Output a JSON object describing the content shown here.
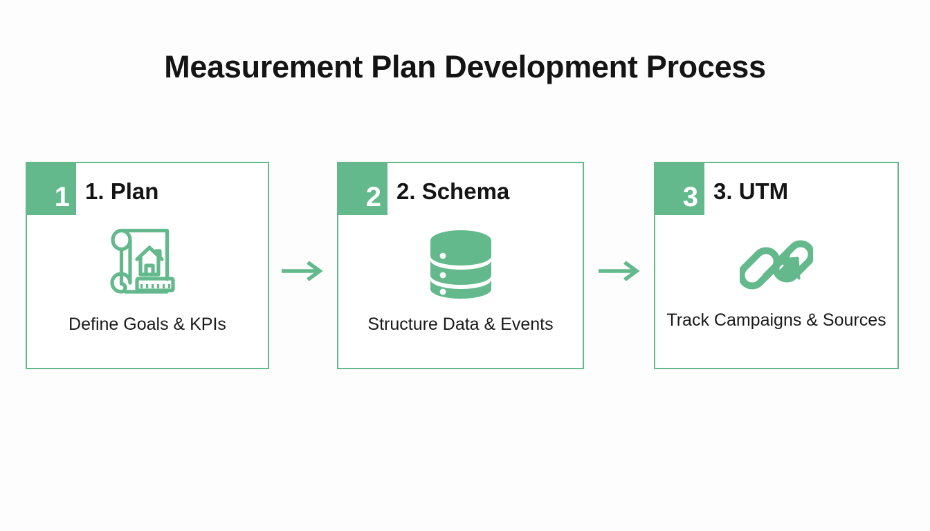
{
  "page": {
    "title": "Measurement Plan Development Process",
    "background_color": "#fdfdfd",
    "accent_color": "#63b98c",
    "text_color": "#141414"
  },
  "flow": {
    "connector_icon": "arrow-right-icon",
    "steps": [
      {
        "number": "1",
        "title": "1. Plan",
        "caption": "Define Goals & KPIs",
        "icon": "blueprint-house-ruler-icon"
      },
      {
        "number": "2",
        "title": "2. Schema",
        "caption": "Structure Data & Events",
        "icon": "database-stack-icon"
      },
      {
        "number": "3",
        "title": "3. UTM",
        "caption": "Track Campaigns & Sources",
        "icon": "chain-link-arrow-icon"
      }
    ]
  }
}
